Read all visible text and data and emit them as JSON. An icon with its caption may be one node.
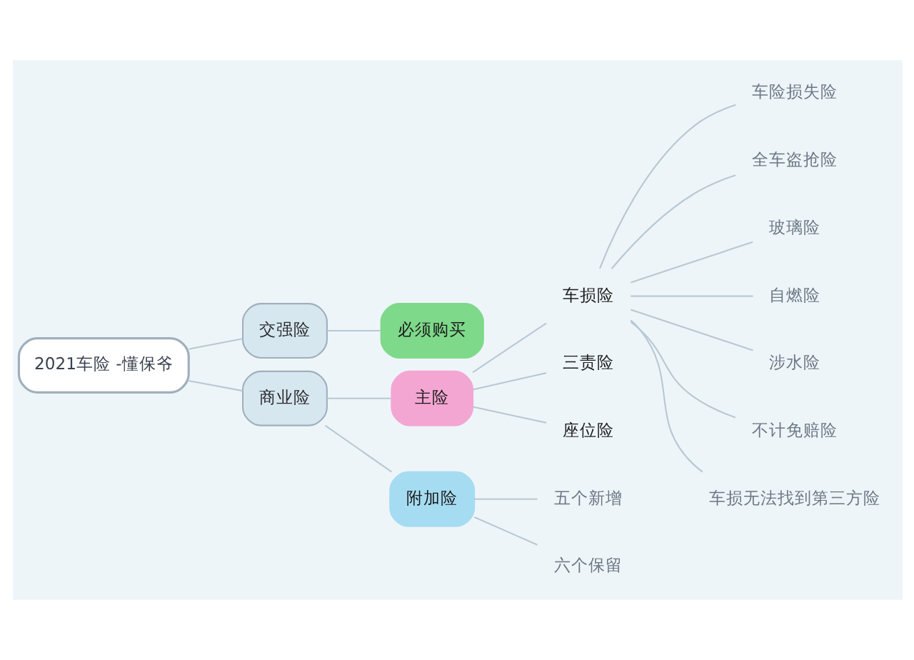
{
  "diagram": {
    "nodes": [
      {
        "text": [
          "2021车险 -懂保爷"
        ]
      },
      {
        "text": [
          "交强险"
        ]
      },
      {
        "text": [
          "必须购买"
        ]
      },
      {
        "text": [
          "商业险"
        ]
      },
      {
        "text": [
          "主险"
        ]
      },
      {
        "text": [
          "车损险"
        ]
      },
      {
        "text": [
          "车险损失险"
        ]
      },
      {
        "text": [
          "全车盗抢险"
        ]
      },
      {
        "text": [
          "玻璃险"
        ]
      },
      {
        "text": [
          "自燃险"
        ]
      },
      {
        "text": [
          "涉水险"
        ]
      },
      {
        "text": [
          "不计免赔险"
        ]
      },
      {
        "text": [
          "车损无法找到第三方险"
        ]
      },
      {
        "text": [
          "三责险"
        ]
      },
      {
        "text": [
          "座位险"
        ]
      },
      {
        "text": [
          "附加险"
        ]
      },
      {
        "text": [
          "五个新增"
        ]
      },
      {
        "text": [
          "六个保留"
        ]
      }
    ],
    "edges": [
      {
        "from": 0,
        "to": 1,
        "arrow": "none"
      },
      {
        "from": 1,
        "to": 2,
        "arrow": "none"
      },
      {
        "from": 0,
        "to": 3,
        "arrow": "none"
      },
      {
        "from": 3,
        "to": 4,
        "arrow": "none"
      },
      {
        "from": 4,
        "to": 5,
        "arrow": "none"
      },
      {
        "from": 5,
        "to": 6,
        "arrow": "none"
      },
      {
        "from": 5,
        "to": 7,
        "arrow": "none"
      },
      {
        "from": 5,
        "to": 8,
        "arrow": "none"
      },
      {
        "from": 5,
        "to": 9,
        "arrow": "none"
      },
      {
        "from": 5,
        "to": 10,
        "arrow": "none"
      },
      {
        "from": 5,
        "to": 11,
        "arrow": "none"
      },
      {
        "from": 5,
        "to": 12,
        "arrow": "none"
      },
      {
        "from": 4,
        "to": 13,
        "arrow": "none"
      },
      {
        "from": 4,
        "to": 14,
        "arrow": "none"
      },
      {
        "from": 3,
        "to": 15,
        "arrow": "none"
      },
      {
        "from": 15,
        "to": 16,
        "arrow": "none"
      },
      {
        "from": 15,
        "to": 17,
        "arrow": "none"
      }
    ]
  }
}
